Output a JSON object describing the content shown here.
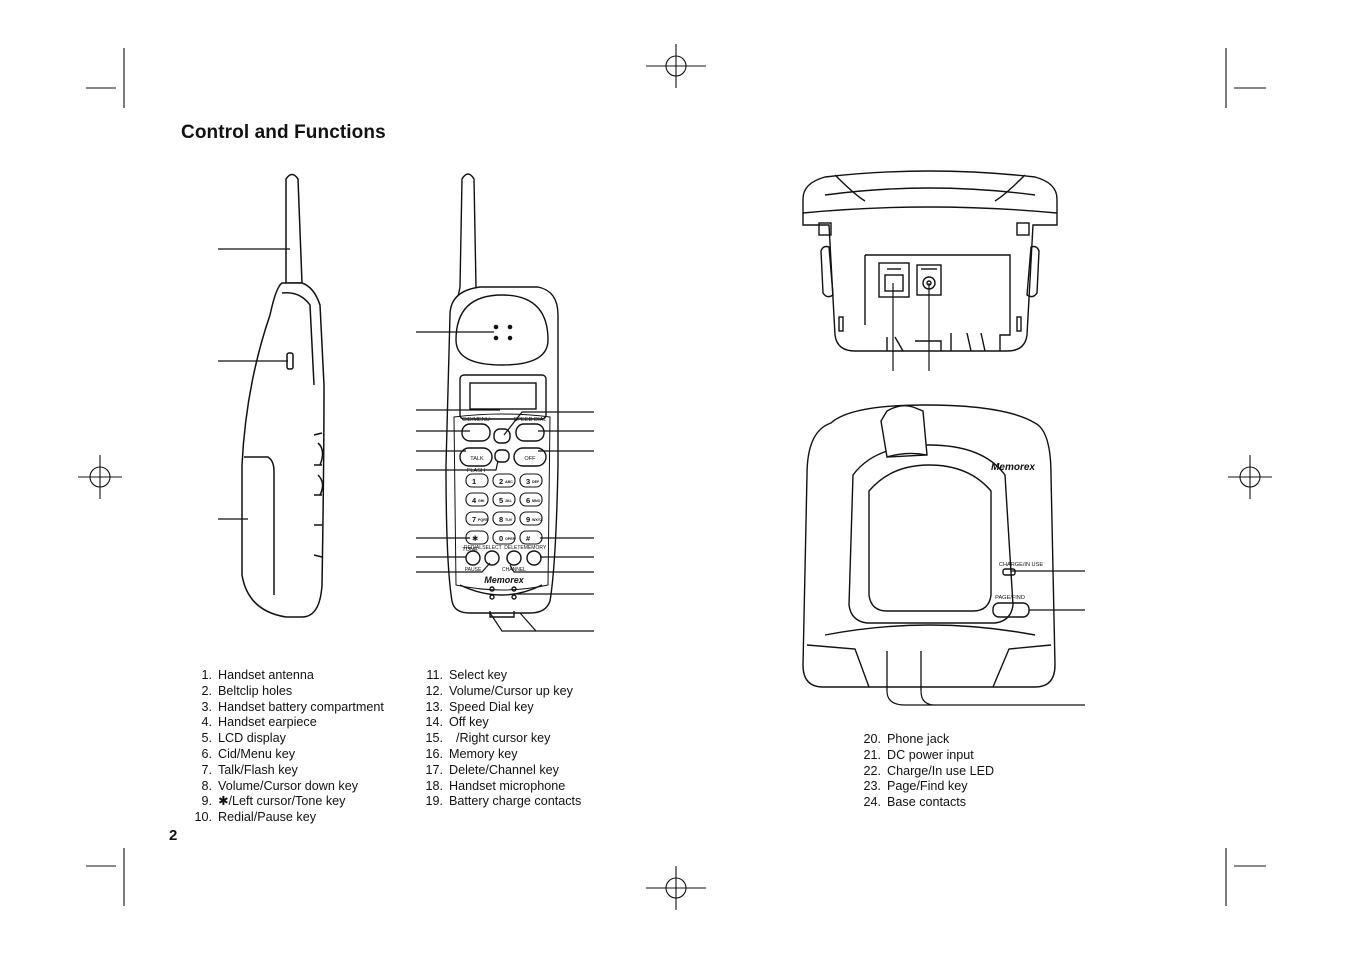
{
  "page": {
    "title": "Control and Functions",
    "page_number": "2"
  },
  "parts_columns": [
    [
      {
        "num": "1.",
        "label": "Handset antenna"
      },
      {
        "num": "2.",
        "label": "Beltclip holes"
      },
      {
        "num": "3.",
        "label": "Handset battery compartment"
      },
      {
        "num": "4.",
        "label": "Handset earpiece"
      },
      {
        "num": "5.",
        "label": "LCD display"
      },
      {
        "num": "6.",
        "label": "Cid/Menu key"
      },
      {
        "num": "7.",
        "label": "Talk/Flash key"
      },
      {
        "num": "8.",
        "label": "Volume/Cursor down key"
      },
      {
        "num": "9.",
        "label": "✱/Left cursor/Tone key"
      },
      {
        "num": "10.",
        "label": "Redial/Pause key"
      }
    ],
    [
      {
        "num": "11.",
        "label": "Select key"
      },
      {
        "num": "12.",
        "label": "Volume/Cursor up key"
      },
      {
        "num": "13.",
        "label": "Speed Dial key"
      },
      {
        "num": "14.",
        "label": "Off key"
      },
      {
        "num": "15.",
        "label": "  /Right cursor key"
      },
      {
        "num": "16.",
        "label": "Memory key"
      },
      {
        "num": "17.",
        "label": "Delete/Channel key"
      },
      {
        "num": "18.",
        "label": "Handset microphone"
      },
      {
        "num": "19.",
        "label": "Battery charge contacts"
      }
    ],
    [
      {
        "num": "20.",
        "label": "Phone jack"
      },
      {
        "num": "21.",
        "label": "DC power input"
      },
      {
        "num": "22.",
        "label": "Charge/In use LED"
      },
      {
        "num": "23.",
        "label": "Page/Find key"
      },
      {
        "num": "24.",
        "label": "Base contacts"
      }
    ]
  ],
  "handset_labels": {
    "cid_menu": "CID/MENU",
    "speed_dial": "SPEED DIAL",
    "talk": "TALK",
    "flash": "FLASH",
    "off": "OFF",
    "tone": "TONE",
    "redial": "REDIAL",
    "select": "SELECT",
    "delete": "DELETE",
    "memory": "MEMORY",
    "pause": "PAUSE",
    "channel": "CHANNEL",
    "brand": "Memorex",
    "keys": [
      {
        "digit": "1",
        "letters": ""
      },
      {
        "digit": "2",
        "letters": "ABC"
      },
      {
        "digit": "3",
        "letters": "DEF"
      },
      {
        "digit": "4",
        "letters": "GHI"
      },
      {
        "digit": "5",
        "letters": "JKL"
      },
      {
        "digit": "6",
        "letters": "MNO"
      },
      {
        "digit": "7",
        "letters": "PQRS"
      },
      {
        "digit": "8",
        "letters": "TUV"
      },
      {
        "digit": "9",
        "letters": "WXYZ"
      },
      {
        "digit": "✱",
        "letters": ""
      },
      {
        "digit": "0",
        "letters": "OPER"
      },
      {
        "digit": "#",
        "letters": ""
      }
    ]
  },
  "base_labels": {
    "brand": "Memorex",
    "charge_in_use": "CHARGE/IN USE",
    "page_find": "PAGE/FIND"
  }
}
